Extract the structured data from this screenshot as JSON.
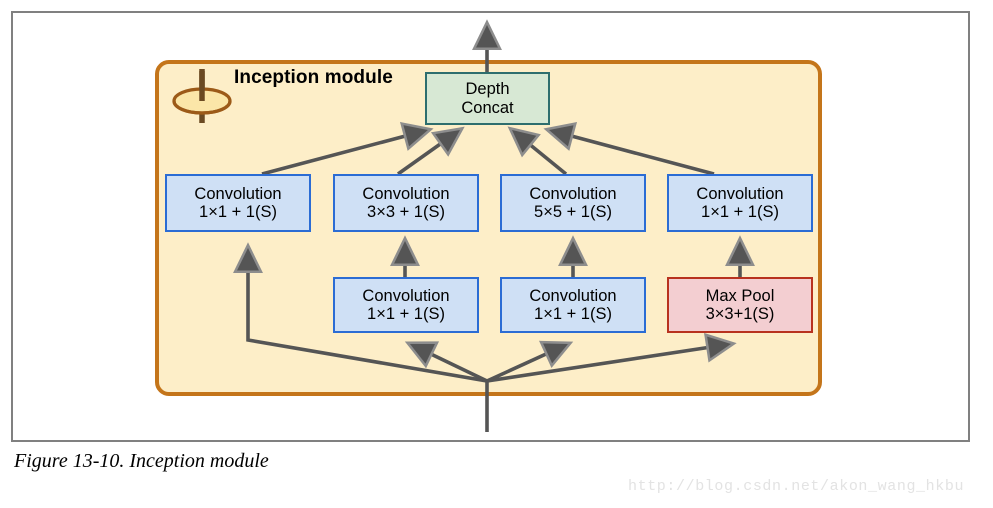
{
  "figure": {
    "caption": "Figure 13-10. Inception module",
    "watermark": "http://blog.csdn.net/akon_wang_hkbu"
  },
  "module": {
    "title_line1": "Inception",
    "title_line2": "module",
    "icon": "spinning-top-icon",
    "panel_fill": "#fdeec8",
    "panel_border": "#c4751a"
  },
  "colors": {
    "conv_fill": "#cfe0f5",
    "conv_border": "#2b6cd4",
    "concat_fill": "#d7e8d4",
    "concat_border": "#2e6e6e",
    "pool_fill": "#f3ced1",
    "pool_border": "#b8321f",
    "arrow": "#555555",
    "frame": "#808080"
  },
  "nodes": {
    "concat": {
      "id": "depth-concat",
      "line1": "Depth",
      "line2": "Concat",
      "type": "concat"
    },
    "top_row": [
      {
        "id": "conv-1x1-a",
        "line1": "Convolution",
        "line2": "1×1 + 1(S)",
        "type": "conv"
      },
      {
        "id": "conv-3x3",
        "line1": "Convolution",
        "line2": "3×3 + 1(S)",
        "type": "conv"
      },
      {
        "id": "conv-5x5",
        "line1": "Convolution",
        "line2": "5×5 + 1(S)",
        "type": "conv"
      },
      {
        "id": "conv-1x1-d",
        "line1": "Convolution",
        "line2": "1×1 + 1(S)",
        "type": "conv"
      }
    ],
    "bottom_row": [
      {
        "id": "conv-1x1-b",
        "line1": "Convolution",
        "line2": "1×1 + 1(S)",
        "type": "conv"
      },
      {
        "id": "conv-1x1-c",
        "line1": "Convolution",
        "line2": "1×1 + 1(S)",
        "type": "conv"
      },
      {
        "id": "max-pool",
        "line1": "Max Pool",
        "line2": "3×3+1(S)",
        "type": "pool"
      }
    ]
  },
  "edges": {
    "description": "input fans out from bottom center to conv-1x1-a, conv-1x1-b, conv-1x1-c, max-pool; bottom row feeds top row; top row feeds Depth Concat; Depth Concat outputs upward"
  }
}
